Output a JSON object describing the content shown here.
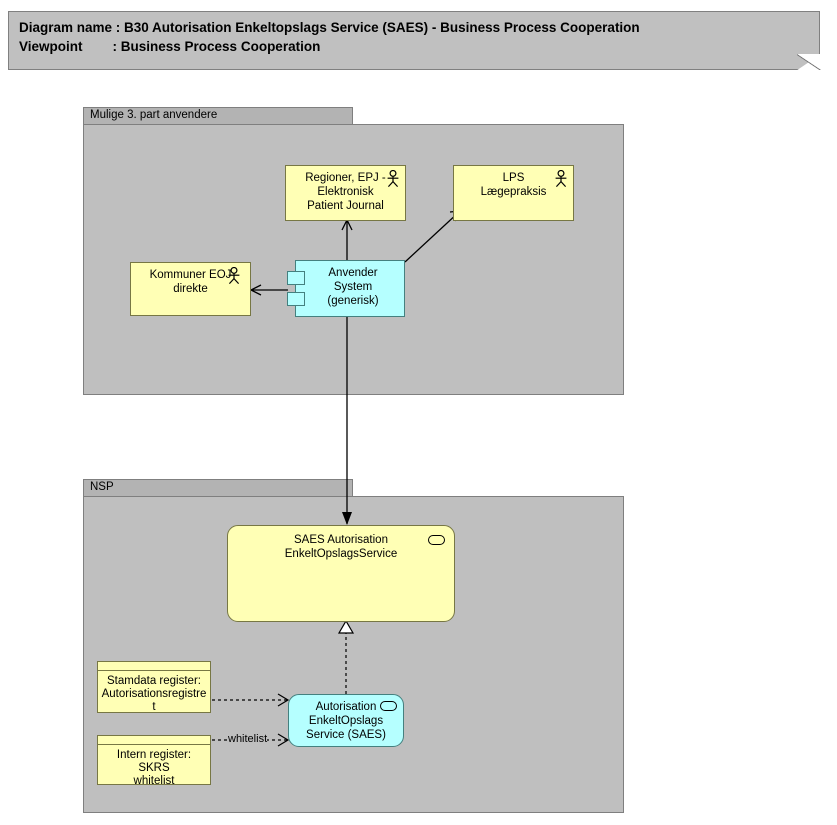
{
  "header": {
    "line1": "Diagram name : B30 Autorisation Enkeltopslags Service (SAES) - Business Process Cooperation",
    "line2": "Viewpoint        : Business Process Cooperation",
    "diagram_name_label": "Diagram name :",
    "diagram_name_value": "B30 Autorisation Enkeltopslags Service (SAES) - Business Process Cooperation",
    "viewpoint_label": "Viewpoint",
    "viewpoint_value": ": Business Process Cooperation"
  },
  "groups": [
    {
      "id": "third-party",
      "title": "Mulige 3. part anvendere"
    },
    {
      "id": "nsp",
      "title": "NSP"
    }
  ],
  "nodes": {
    "regioner": {
      "label": "Regioner, EPJ -\nElektronisk\nPatient Journal",
      "type": "business-actor",
      "icon": "actor-icon",
      "color": "#ffffb5"
    },
    "lps": {
      "label": "LPS\nLægepraksis",
      "type": "business-actor",
      "icon": "actor-icon",
      "color": "#ffffb5"
    },
    "kommuner": {
      "label": "Kommuner EOJ\ndirekte",
      "type": "business-actor",
      "icon": "actor-icon",
      "color": "#ffffb5"
    },
    "anvender_system": {
      "label": "Anvender System\n(generisk)",
      "type": "application-component",
      "icon": "component-icon",
      "color": "#b5ffff"
    },
    "saes_service": {
      "label": "SAES Autorisation\nEnkeltOpslagsService",
      "type": "application-service",
      "icon": "service-icon",
      "color": "#ffffb5"
    },
    "autorisation_saes": {
      "label": "Autorisation\nEnkeltOpslags\nService (SAES)",
      "type": "application-service",
      "icon": "service-icon",
      "color": "#b5ffff"
    },
    "stamdata": {
      "label": "Stamdata register:\nAutorisationsregistre\nt",
      "type": "data-object",
      "color": "#ffffb5"
    },
    "skrs": {
      "label": "Intern register: SKRS\nwhitelist",
      "type": "data-object",
      "color": "#ffffb5"
    }
  },
  "connections": [
    {
      "id": "anvender-regioner",
      "from": "anvender_system",
      "to": "regioner",
      "style": "solid-arrow"
    },
    {
      "id": "anvender-lps",
      "from": "anvender_system",
      "to": "lps",
      "style": "solid-arrow"
    },
    {
      "id": "anvender-kommuner",
      "from": "anvender_system",
      "to": "kommuner",
      "style": "solid-arrow"
    },
    {
      "id": "anvender-saes-service",
      "from": "anvender_system",
      "to": "saes_service",
      "style": "solid-arrow"
    },
    {
      "id": "autorisation-realizes-service",
      "from": "autorisation_saes",
      "to": "saes_service",
      "style": "dashed-realization"
    },
    {
      "id": "stamdata-autorisation",
      "from": "stamdata",
      "to": "autorisation_saes",
      "style": "dashed-arrow"
    },
    {
      "id": "skrs-autorisation",
      "from": "skrs",
      "to": "autorisation_saes",
      "style": "dashed-arrow",
      "label": "whitelist"
    }
  ],
  "edge_labels": {
    "whitelist": "whitelist"
  },
  "colors": {
    "canvas": "#ffffff",
    "group_fill": "#bfbfbf",
    "group_header": "#b3b3b3",
    "plaque_fill": "#c0c0c0",
    "yellow": "#ffffb5",
    "cyan": "#b5ffff",
    "border": "#7f7f7f",
    "line": "#000000"
  }
}
